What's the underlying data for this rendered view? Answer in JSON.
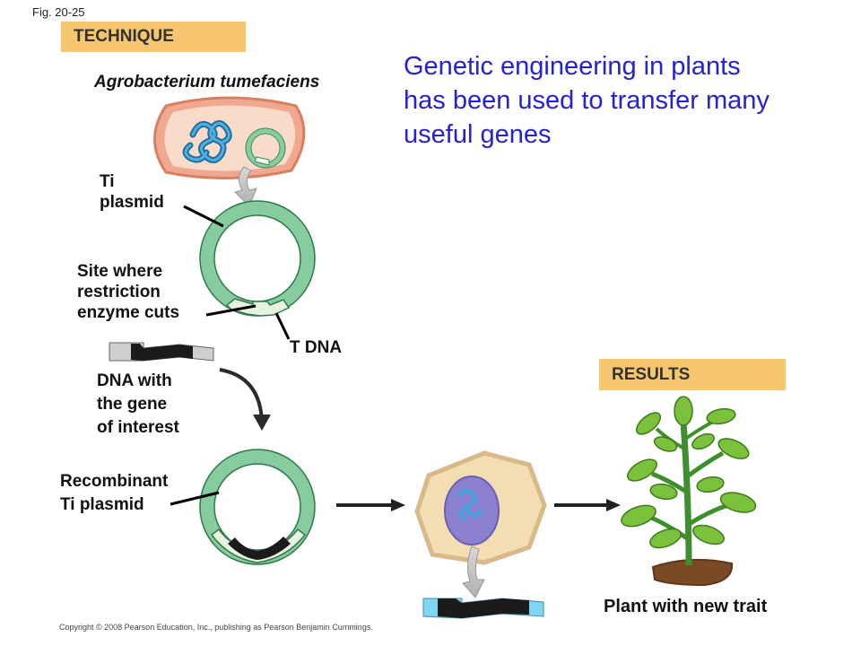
{
  "figure_label": "Fig. 20-25",
  "sections": {
    "technique": "TECHNIQUE",
    "results": "RESULTS"
  },
  "title": "Genetic engineering in plants\n has been used to transfer many\nuseful genes",
  "labels": {
    "agrobacterium": "Agrobacterium tumefaciens",
    "ti_plasmid": "Ti\nplasmid",
    "restriction_site": "Site where\nrestriction\nenzyme cuts",
    "t_dna": "T DNA",
    "dna_gene": "DNA with\nthe gene\nof interest",
    "recombinant": "Recombinant\nTi plasmid",
    "plant": "Plant with new trait"
  },
  "copyright": "Copyright © 2008 Pearson Education, Inc., publishing as Pearson Benjamin Cummings.",
  "colors": {
    "plasmid_green": "#86cc9e",
    "bacterium_pink": "#f0a890",
    "cell_tan": "#f3ddb3",
    "nucleus_purple": "#8b7fd0",
    "dna_blue": "#2a8fc7",
    "section_orange": "#f6c770",
    "title_blue": "#2421d6"
  }
}
